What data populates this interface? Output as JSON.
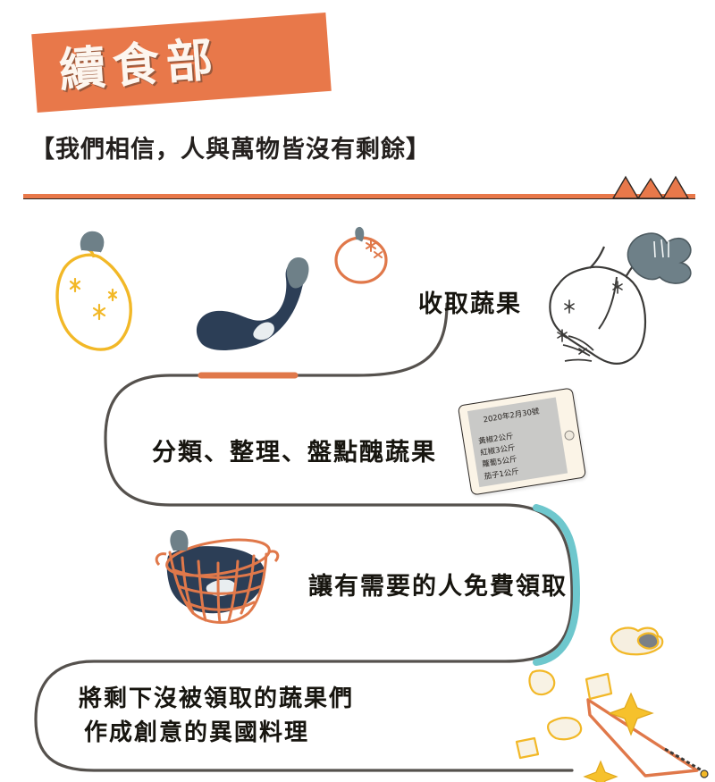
{
  "header": {
    "title": "續食部",
    "subtitle": "【我們相信，人與萬物皆沒有剩餘】",
    "divider_icon": "three-triangle-peaks-icon"
  },
  "colors": {
    "orange": "#e8784a",
    "teal": "#6ec7cd",
    "navy": "#2c3e56",
    "yellow": "#f2b827",
    "slate": "#6e8088",
    "ink": "#2b2724",
    "paper": "#ffffff",
    "note_screen": "#c9c9c7"
  },
  "flow": {
    "steps": [
      {
        "id": "step-1",
        "label": "收取蔬果"
      },
      {
        "id": "step-2",
        "label": "分類、整理、盤點醜蔬果"
      },
      {
        "id": "step-3",
        "label": "讓有需要的人免費領取"
      },
      {
        "id": "step-4",
        "label_line1": "將剩下沒被領取的蔬果們",
        "label_line2": "作成創意的異國料理"
      }
    ]
  },
  "note": {
    "date": "2020年2月30號",
    "items": [
      "黃椒2公斤",
      "紅椒3公斤",
      "蘿蔔5公斤",
      "茄子1公斤"
    ]
  },
  "illustrations": [
    {
      "name": "yellow-pear-outline-icon"
    },
    {
      "name": "navy-eggplant-icon"
    },
    {
      "name": "orange-tomato-outline-icon"
    },
    {
      "name": "slate-radish-outline-icon"
    },
    {
      "name": "orange-mesh-basket-icon"
    },
    {
      "name": "orange-knife-icon"
    },
    {
      "name": "chopped-vegetable-pieces-icon"
    },
    {
      "name": "sparkle-star-icon"
    }
  ]
}
